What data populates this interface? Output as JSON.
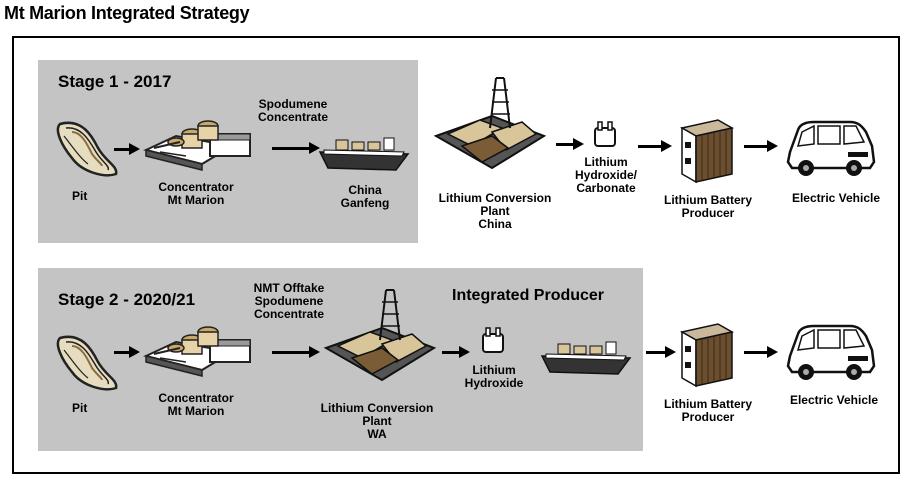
{
  "title": "Mt Marion Integrated Strategy",
  "stage1": {
    "heading": "Stage 1 - 2017",
    "pit": "Pit",
    "concentrator": [
      "Concentrator",
      "Mt Marion"
    ],
    "shipment": [
      "Spodumene",
      "Concentrate"
    ],
    "ship_dest": [
      "China",
      "Ganfeng"
    ],
    "conversion": [
      "Lithium Conversion",
      "Plant",
      "China"
    ],
    "product": [
      "Lithium",
      "Hydroxide/",
      "Carbonate"
    ],
    "battery": [
      "Lithium Battery",
      "Producer"
    ],
    "ev": "Electric Vehicle"
  },
  "stage2": {
    "heading": "Stage 2 - 2020/21",
    "integrated": "Integrated Producer",
    "pit": "Pit",
    "concentrator": [
      "Concentrator",
      "Mt Marion"
    ],
    "shipment": [
      "NMT Offtake",
      "Spodumene",
      "Concentrate"
    ],
    "conversion": [
      "Lithium Conversion",
      "Plant",
      "WA"
    ],
    "product": [
      "Lithium",
      "Hydroxide"
    ],
    "battery": [
      "Lithium Battery",
      "Producer"
    ],
    "ev": "Electric Vehicle"
  },
  "icons": [
    "pit-icon",
    "concentrator-icon",
    "ship-icon",
    "conversion-plant-icon",
    "chemical-container-icon",
    "battery-icon",
    "vehicle-icon"
  ],
  "colors": {
    "panel": "#c4c4c4",
    "tan": "#d8c59a",
    "dark": "#222222",
    "brown": "#6b4f2e"
  }
}
